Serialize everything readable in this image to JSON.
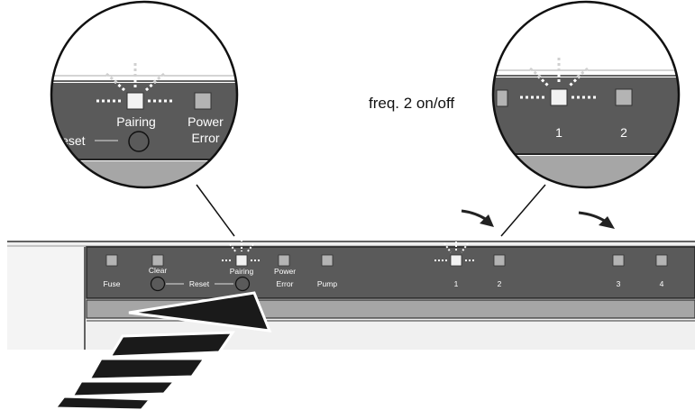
{
  "panel_labels": {
    "fuse": "Fuse",
    "clear": "Clear",
    "reset": "Reset",
    "pairing": "Pairing",
    "power": "Power",
    "error": "Error",
    "pump": "Pump",
    "ch1": "1",
    "ch2": "2",
    "ch3": "3",
    "ch4": "4"
  },
  "zoom_left": {
    "pairing": "Pairing",
    "power": "Power",
    "error": "Error",
    "reset": "Reset"
  },
  "zoom_right": {
    "caption": "freq. 2 on/off",
    "ch1": "1",
    "ch2": "2"
  },
  "colors": {
    "panel_dark": "#5a5a5a",
    "strip_gray": "#a6a6a6",
    "led_gray": "#b4b4b4",
    "led_active": "#f2f2f2",
    "housing_light": "#f0f0f0"
  }
}
